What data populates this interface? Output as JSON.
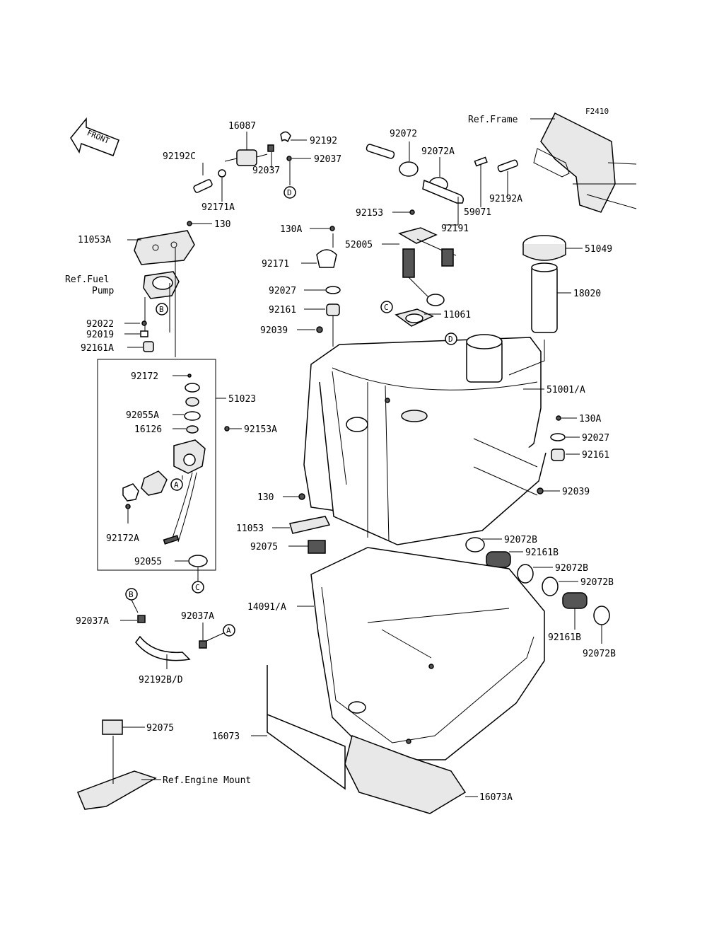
{
  "figure_code": "F2410",
  "front_arrow_text": "FRONT",
  "refs": {
    "frame": "Ref.Frame",
    "fuel_pump_line1": "Ref.Fuel",
    "fuel_pump_line2": "Pump",
    "engine_mount": "Ref.Engine Mount"
  },
  "callouts": {
    "a": "A",
    "b": "B",
    "c": "C",
    "d": "D"
  },
  "parts": {
    "p16087": "16087",
    "p92192": "92192",
    "p92192c": "92192C",
    "p92037_top": "92037",
    "p92037_mid": "92037",
    "p92171a": "92171A",
    "p92072": "92072",
    "p92072a": "92072A",
    "p92191": "92191",
    "p59071": "59071",
    "p92192a": "92192A",
    "p11053a": "11053A",
    "p130_top": "130",
    "p130a_top": "130A",
    "p92171": "92171",
    "p92027_left": "92027",
    "p92161_left": "92161",
    "p92039_left": "92039",
    "p92153": "92153",
    "p52005": "52005",
    "p11061": "11061",
    "p51049": "51049",
    "p18020": "18020",
    "p92022": "92022",
    "p92019": "92019",
    "p92161a": "92161A",
    "p92172": "92172",
    "p51023": "51023",
    "p92055a": "92055A",
    "p16126": "16126",
    "p92153a": "92153A",
    "p92172a": "92172A",
    "p92055": "92055",
    "p51001a": "51001/A",
    "p130a_right": "130A",
    "p92027_right": "92027",
    "p92161_right": "92161",
    "p92039_right": "92039",
    "p130_mid": "130",
    "p11053": "11053",
    "p92075_mid": "92075",
    "p92072b_1": "92072B",
    "p92161b_1": "92161B",
    "p92072b_2": "92072B",
    "p92072b_3": "92072B",
    "p92161b_2": "92161B",
    "p92072b_4": "92072B",
    "p14091a": "14091/A",
    "p92037a_left": "92037A",
    "p92037a_right": "92037A",
    "p92192bd": "92192B/D",
    "p92075_bottom": "92075",
    "p16073": "16073",
    "p16073a": "16073A"
  }
}
